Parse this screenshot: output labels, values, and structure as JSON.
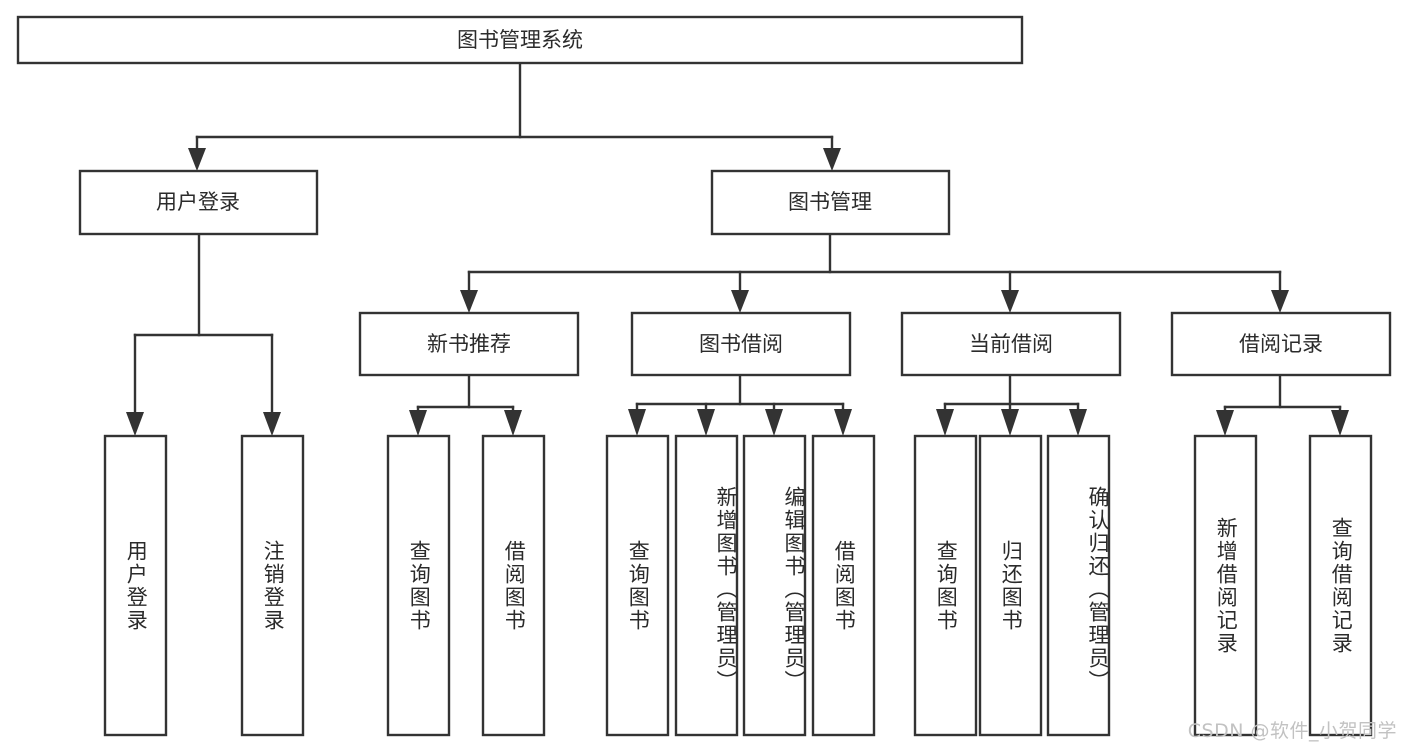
{
  "diagram": {
    "title": "图书管理系统",
    "type": "tree-hierarchy",
    "colors": {
      "stroke": "#333333",
      "box_fill": "#ffffff",
      "text": "#2b2b2b",
      "background": "#ffffff",
      "watermark": "#c2c2c2"
    },
    "root": {
      "label": "图书管理系统"
    },
    "level2": [
      {
        "label": "用户登录"
      },
      {
        "label": "图书管理"
      }
    ],
    "level3": [
      {
        "label": "新书推荐"
      },
      {
        "label": "图书借阅"
      },
      {
        "label": "当前借阅"
      },
      {
        "label": "借阅记录"
      }
    ],
    "leaves_user_login": [
      {
        "label": "用户登录"
      },
      {
        "label": "注销登录"
      }
    ],
    "leaves_new_books": [
      {
        "label": "查询图书"
      },
      {
        "label": "借阅图书"
      }
    ],
    "leaves_borrow": [
      {
        "label": "查询图书"
      },
      {
        "label": "新增图书（管理员）"
      },
      {
        "label": "编辑图书（管理员）"
      },
      {
        "label": "借阅图书"
      }
    ],
    "leaves_current": [
      {
        "label": "查询图书"
      },
      {
        "label": "归还图书"
      },
      {
        "label": "确认归还（管理员）"
      }
    ],
    "leaves_records": [
      {
        "label": "新增借阅记录"
      },
      {
        "label": "查询借阅记录"
      }
    ]
  },
  "watermark": {
    "text": "CSDN @软件_小贺同学"
  }
}
